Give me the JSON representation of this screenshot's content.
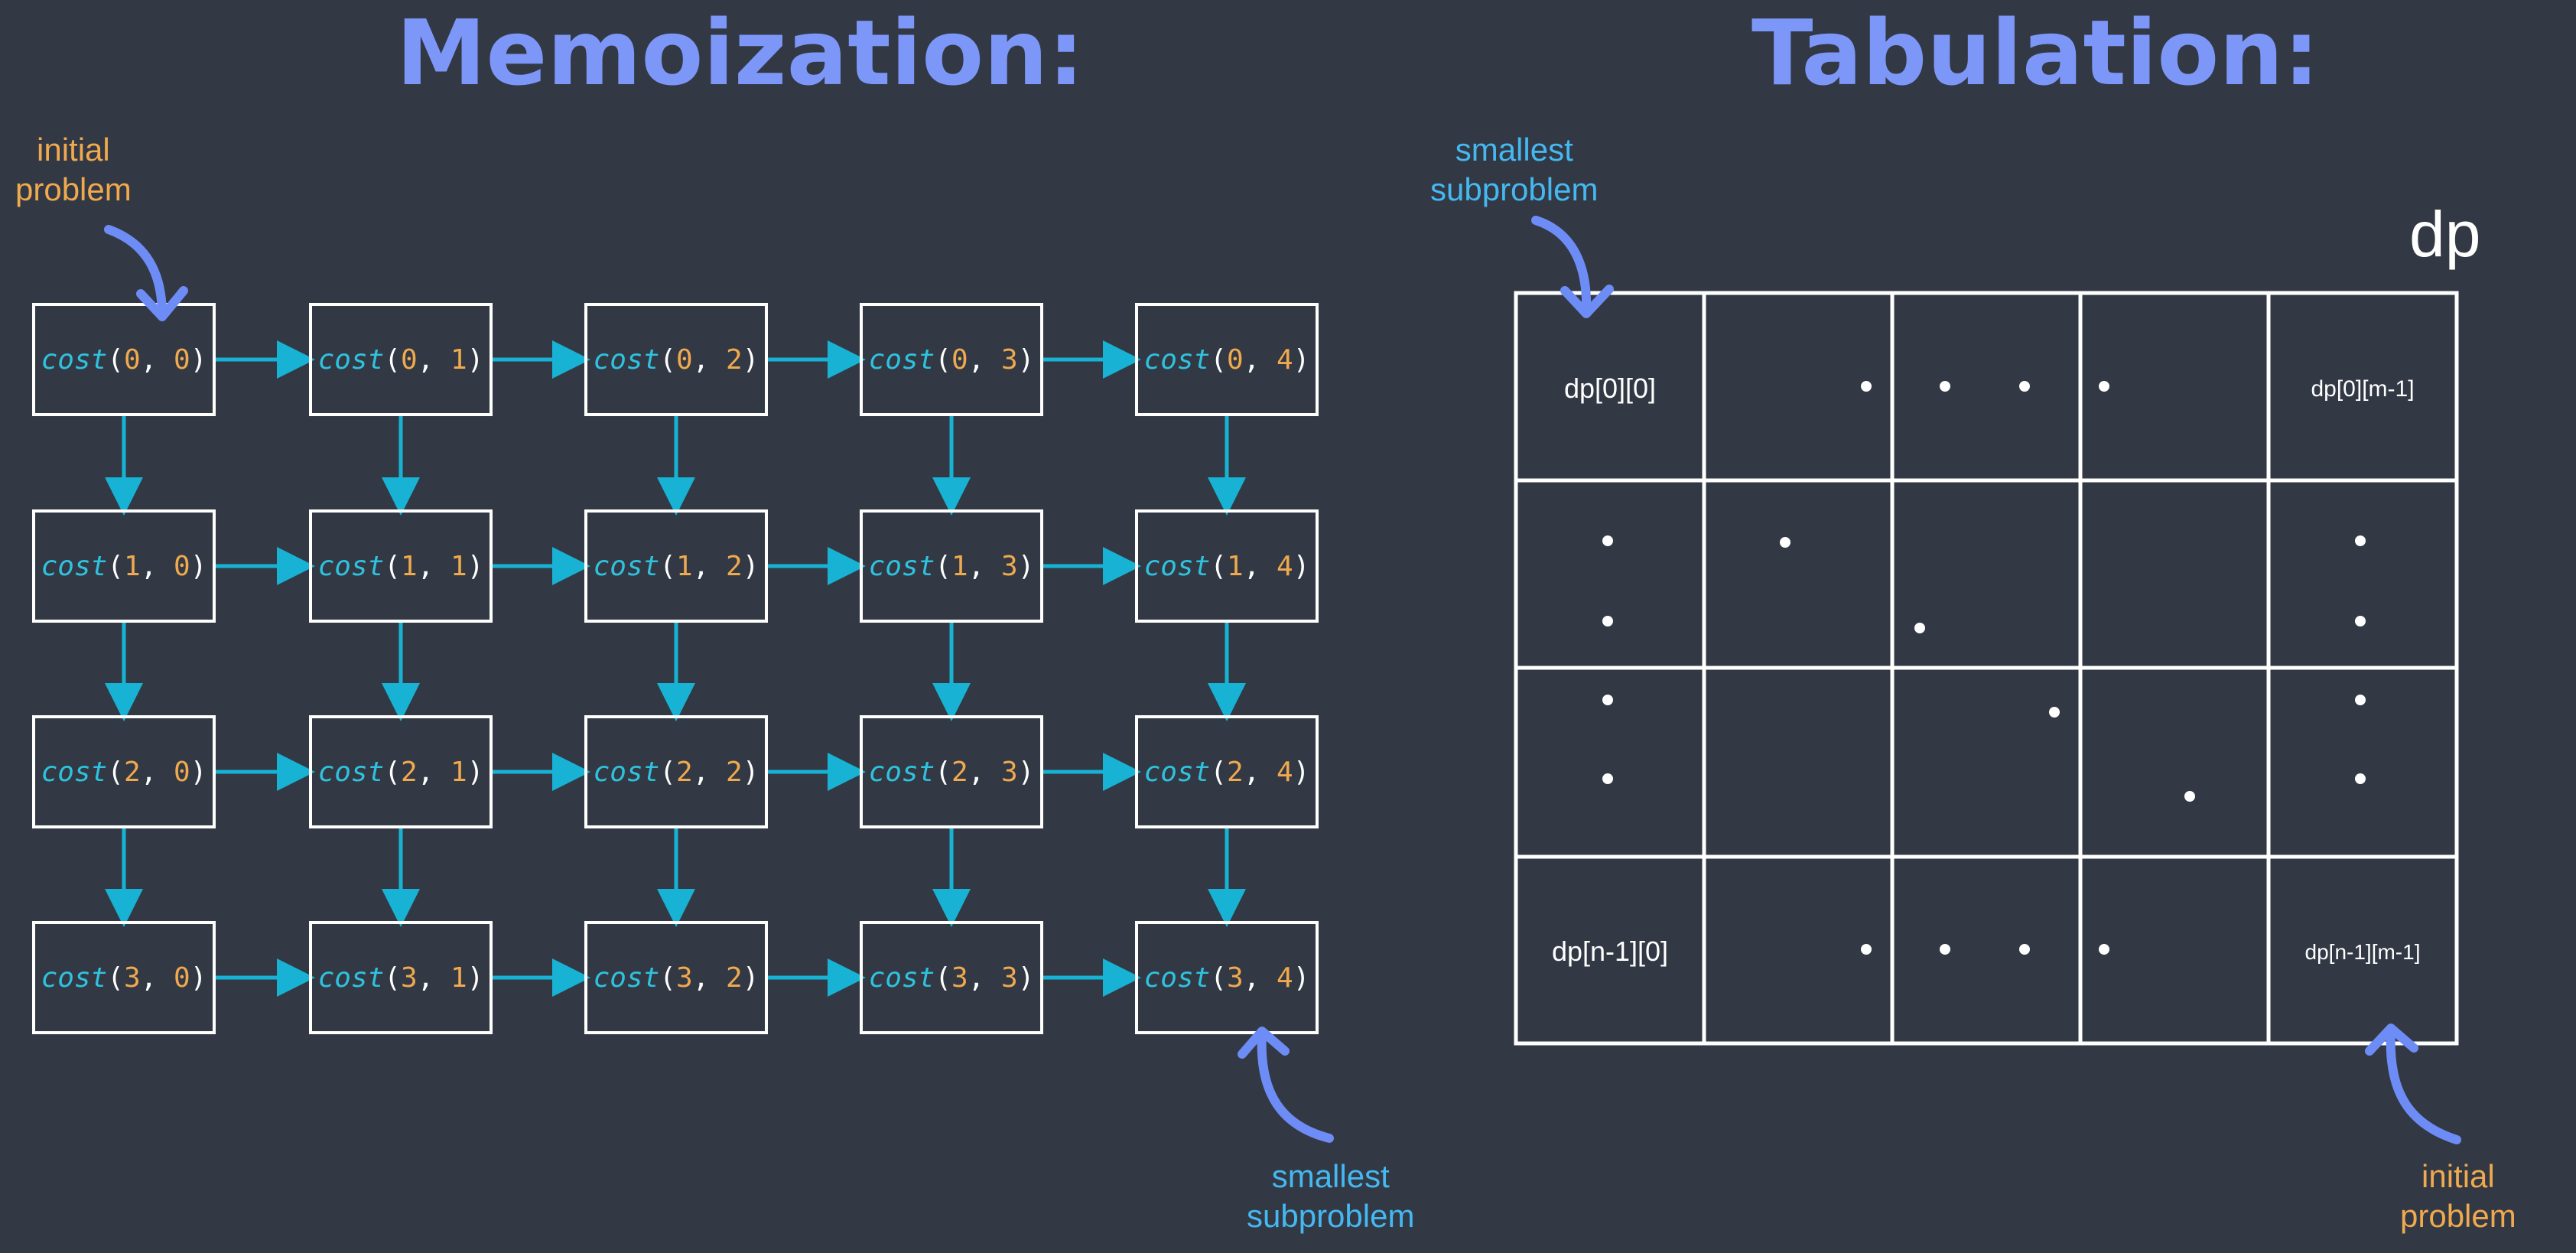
{
  "memoization": {
    "title": "Memoization:",
    "function_name": "cost",
    "initial_note": [
      "initial",
      "problem"
    ],
    "smallest_note": [
      "smallest",
      "subproblem"
    ],
    "cells": [
      [
        "cost(0, 0)",
        "cost(0, 1)",
        "cost(0, 2)",
        "cost(0, 3)",
        "cost(0, 4)"
      ],
      [
        "cost(1, 0)",
        "cost(1, 1)",
        "cost(1, 2)",
        "cost(1, 3)",
        "cost(1, 4)"
      ],
      [
        "cost(2, 0)",
        "cost(2, 1)",
        "cost(2, 2)",
        "cost(2, 3)",
        "cost(2, 4)"
      ],
      [
        "cost(3, 0)",
        "cost(3, 1)",
        "cost(3, 2)",
        "cost(3, 3)",
        "cost(3, 4)"
      ]
    ],
    "rows": 4,
    "cols": 5
  },
  "tabulation": {
    "title": "Tabulation:",
    "table_name": "dp",
    "smallest_note": [
      "smallest",
      "subproblem"
    ],
    "initial_note": [
      "initial",
      "problem"
    ],
    "corner_labels": {
      "top_left": "dp[0][0]",
      "top_right": "dp[0][m-1]",
      "bottom_left": "dp[n-1][0]",
      "bottom_right": "dp[n-1][m-1]"
    },
    "rows": 4,
    "cols": 5
  },
  "colors": {
    "background": "#323944",
    "title": "#7d97f8",
    "arrow": "#17b2d4",
    "annotation_arrow": "#6e8cf6",
    "orange_text": "#f0a94e",
    "cyan_text": "#45b8f2",
    "border": "#ffffff"
  }
}
